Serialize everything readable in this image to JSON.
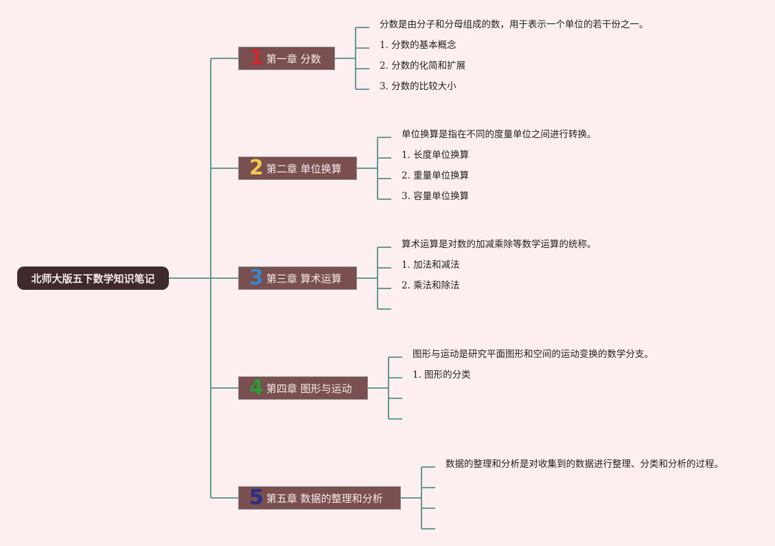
{
  "root": {
    "title": "北师大版五下数学知识笔记"
  },
  "chapters": [
    {
      "num": "1",
      "label": "第一章 分数",
      "color": "#d4262f",
      "items": [
        "分数是由分子和分母组成的数，用于表示一个单位的若干份之一。",
        "1. 分数的基本概念",
        "2. 分数的化简和扩展",
        "3. 分数的比较大小"
      ]
    },
    {
      "num": "2",
      "label": "第二章 单位换算",
      "color": "#f2c94a",
      "items": [
        "单位换算是指在不同的度量单位之间进行转换。",
        "1. 长度单位换算",
        "2. 重量单位换算",
        "3. 容量单位换算"
      ]
    },
    {
      "num": "3",
      "label": "第三章 算术运算",
      "color": "#3a86c8",
      "items": [
        "算术运算是对数的加减乘除等数学运算的统称。",
        "1. 加法和减法",
        "2. 乘法和除法",
        ""
      ]
    },
    {
      "num": "4",
      "label": "第四章 图形与运动",
      "color": "#2f9a3a",
      "items": [
        "图形与运动是研究平面图形和空间的运动变换的数学分支。",
        "1. 图形的分类",
        "",
        ""
      ]
    },
    {
      "num": "5",
      "label": "第五章 数据的整理和分析",
      "color": "#2a2f8c",
      "items": [
        "数据的整理和分析是对收集到的数据进行整理、分类和分析的过程。",
        "",
        "",
        ""
      ]
    }
  ],
  "colors": {
    "line": "#4f8f84",
    "background": "#fdefef"
  }
}
